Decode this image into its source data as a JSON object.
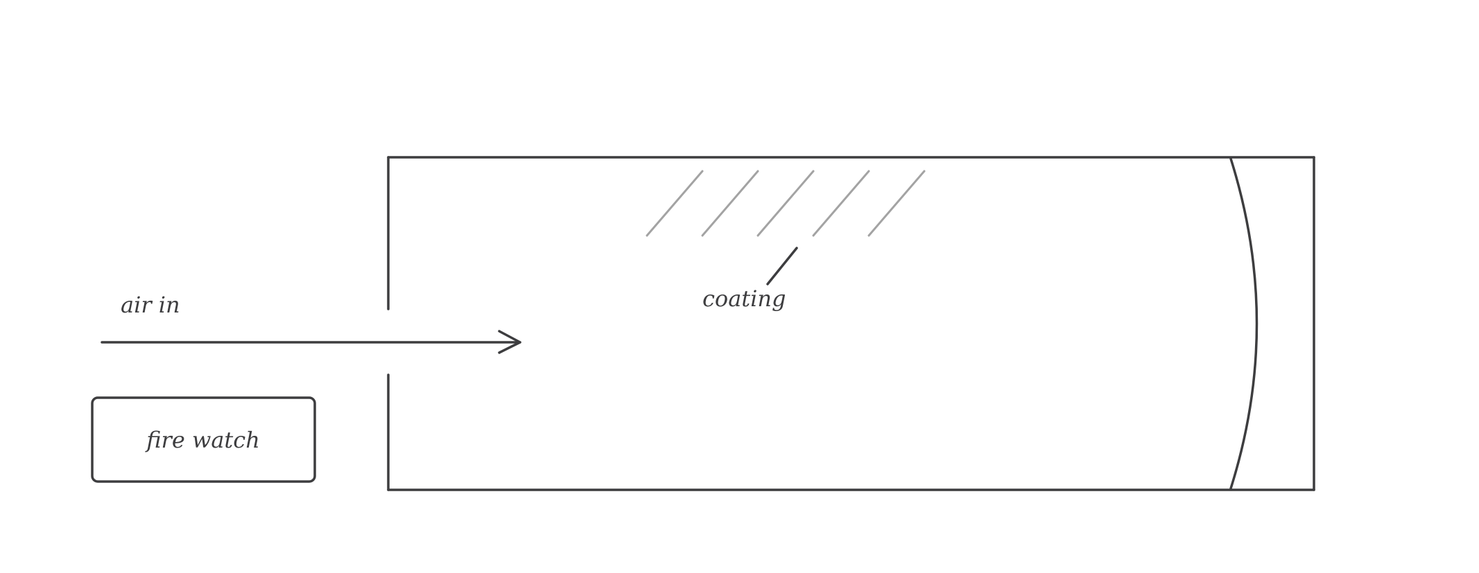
{
  "labels": {
    "air_in": "air in",
    "coating": "coating",
    "fire_watch": "fire watch"
  },
  "colors": {
    "stroke": "#3d3d3f",
    "hatch": "#a3a3a3",
    "background": "#ffffff"
  }
}
